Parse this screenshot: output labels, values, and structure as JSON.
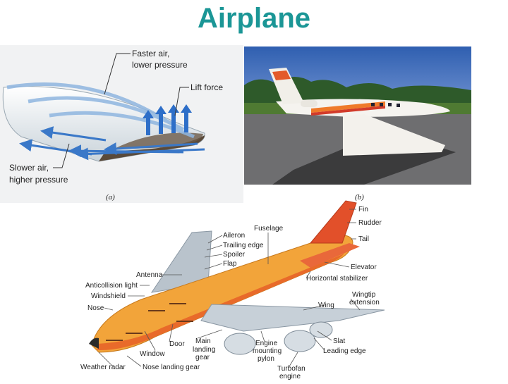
{
  "title": "Airplane",
  "wing_figure": {
    "caption": "(a)",
    "labels": {
      "faster_air_1": "Faster air,",
      "faster_air_2": "lower pressure",
      "lift_force": "Lift force",
      "slower_air_1": "Slower air,",
      "slower_air_2": "higher pressure"
    }
  },
  "photo_figure": {
    "caption": "(b)"
  },
  "jet_figure": {
    "labels": {
      "fin": "Fin",
      "rudder": "Rudder",
      "tail": "Tail",
      "fuselage": "Fuselage",
      "aileron": "Aileron",
      "trailing_edge": "Trailing edge",
      "spoiler": "Spoiler",
      "flap": "Flap",
      "elevator": "Elevator",
      "horizontal_stabilizer": "Horizontal stabilizer",
      "antenna": "Antenna",
      "anticollision_light": "Anticollision light",
      "windshield": "Windshield",
      "nose": "Nose",
      "wing": "Wing",
      "wingtip_extension_1": "Wingtip",
      "wingtip_extension_2": "extension",
      "window": "Window",
      "door": "Door",
      "main_landing_gear_1": "Main",
      "main_landing_gear_2": "landing",
      "main_landing_gear_3": "gear",
      "engine_mounting_pylon_1": "Engine",
      "engine_mounting_pylon_2": "mounting",
      "engine_mounting_pylon_3": "pylon",
      "slat": "Slat",
      "leading_edge": "Leading edge",
      "weather_radar": "Weather radar",
      "nose_landing_gear": "Nose landing gear",
      "turbofan_engine_1": "Turbofan",
      "turbofan_engine_2": "engine"
    }
  }
}
